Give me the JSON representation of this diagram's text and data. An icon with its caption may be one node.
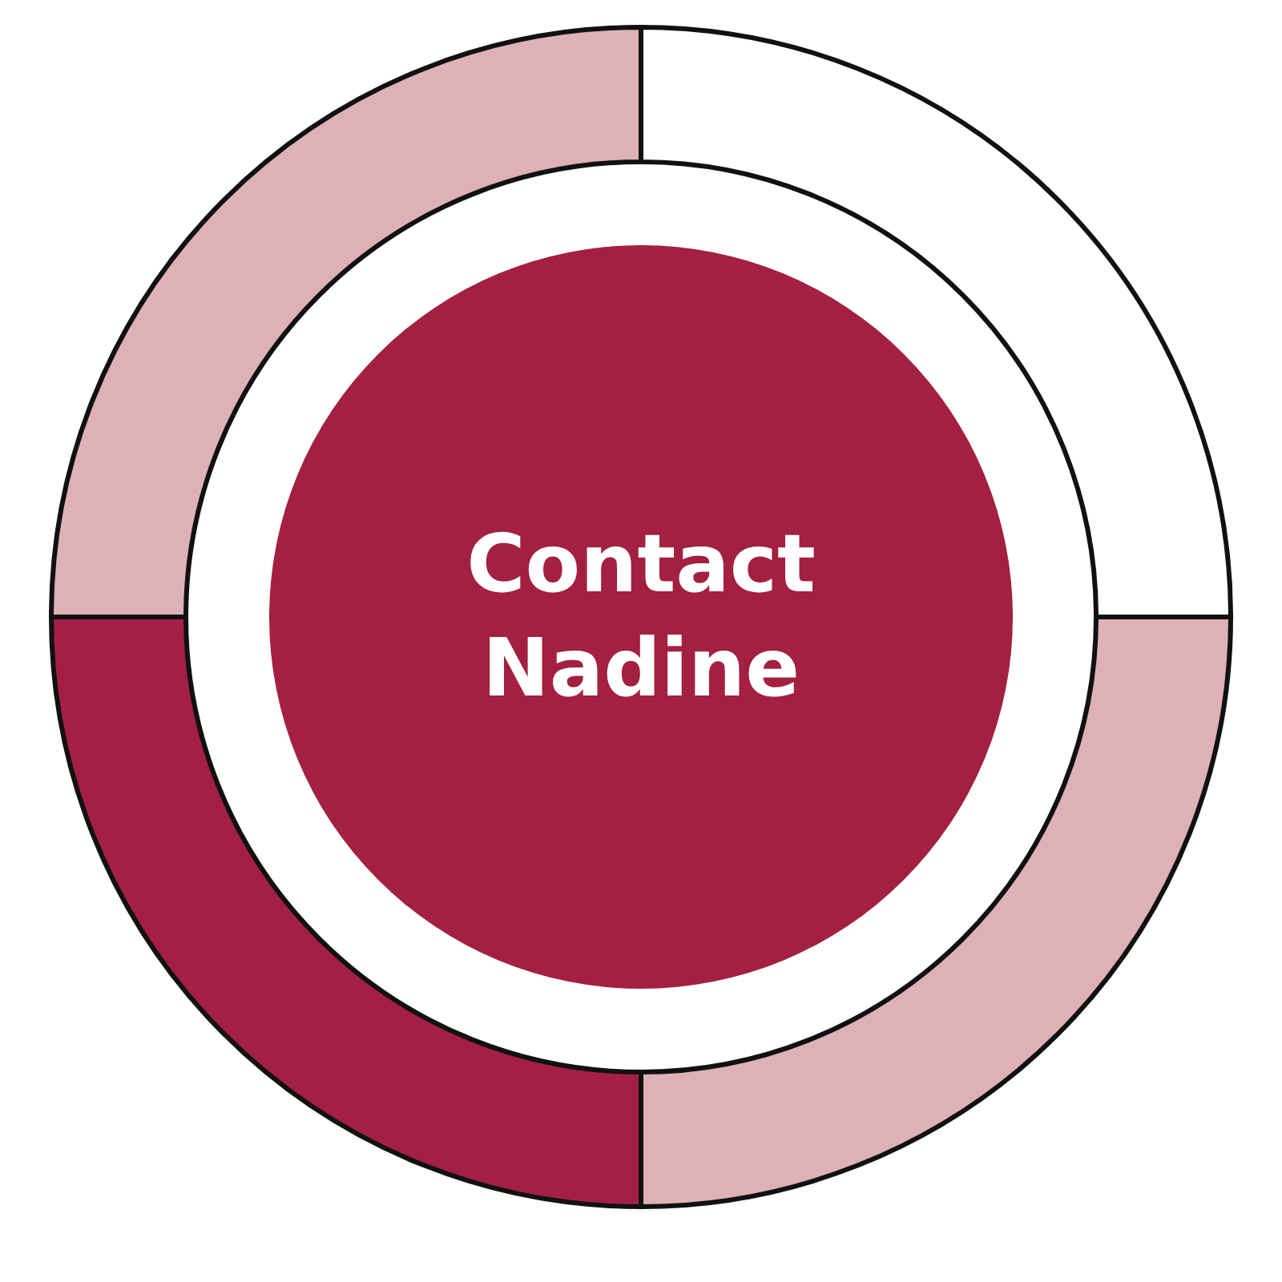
{
  "diagram": {
    "nodes": [
      {
        "text": [],
        "shape": "arc"
      },
      {
        "text": [],
        "shape": "arc"
      },
      {
        "text": [],
        "shape": "arc"
      },
      {
        "text": [],
        "shape": "arc"
      },
      {
        "text": [
          "Contact Nadine"
        ]
      }
    ]
  }
}
